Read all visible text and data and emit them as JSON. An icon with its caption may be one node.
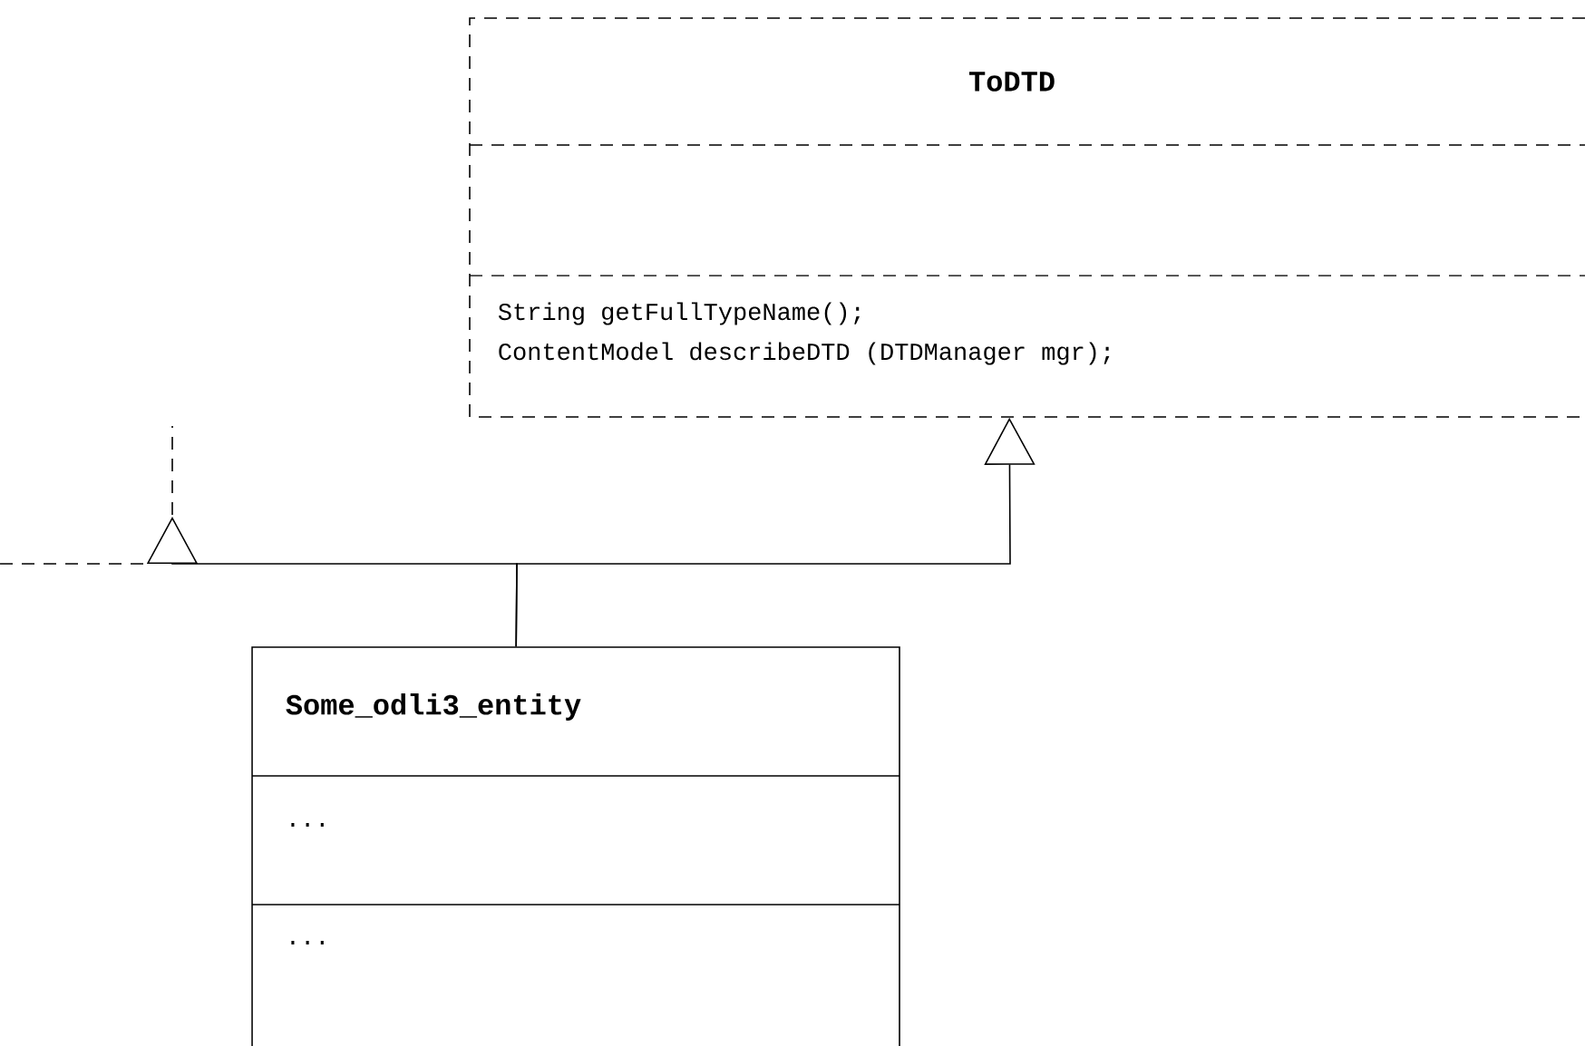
{
  "diagram": {
    "nodes": [
      {
        "text": [
          "ToDTD",
          "String getFullTypeName();",
          "ContentModel describeDTD (DTDManager mgr);"
        ]
      },
      {
        "text": [
          "Some_odli3_entity",
          "...",
          "..."
        ]
      }
    ],
    "edges": [
      {
        "from": 1,
        "to": 0,
        "arrow": "to"
      },
      {
        "from": 1,
        "to": null,
        "arrow": "to"
      }
    ]
  }
}
